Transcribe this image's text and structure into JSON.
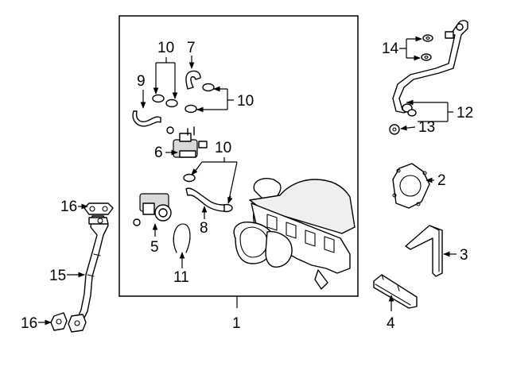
{
  "callouts": {
    "c1": "1",
    "c2": "2",
    "c3": "3",
    "c4": "4",
    "c5": "5",
    "c6": "6",
    "c7": "7",
    "c8": "8",
    "c9": "9",
    "c10a": "10",
    "c10b": "10",
    "c10c": "10",
    "c11": "11",
    "c12": "12",
    "c13": "13",
    "c14": "14",
    "c15": "15",
    "c16a": "16",
    "c16b": "16"
  }
}
